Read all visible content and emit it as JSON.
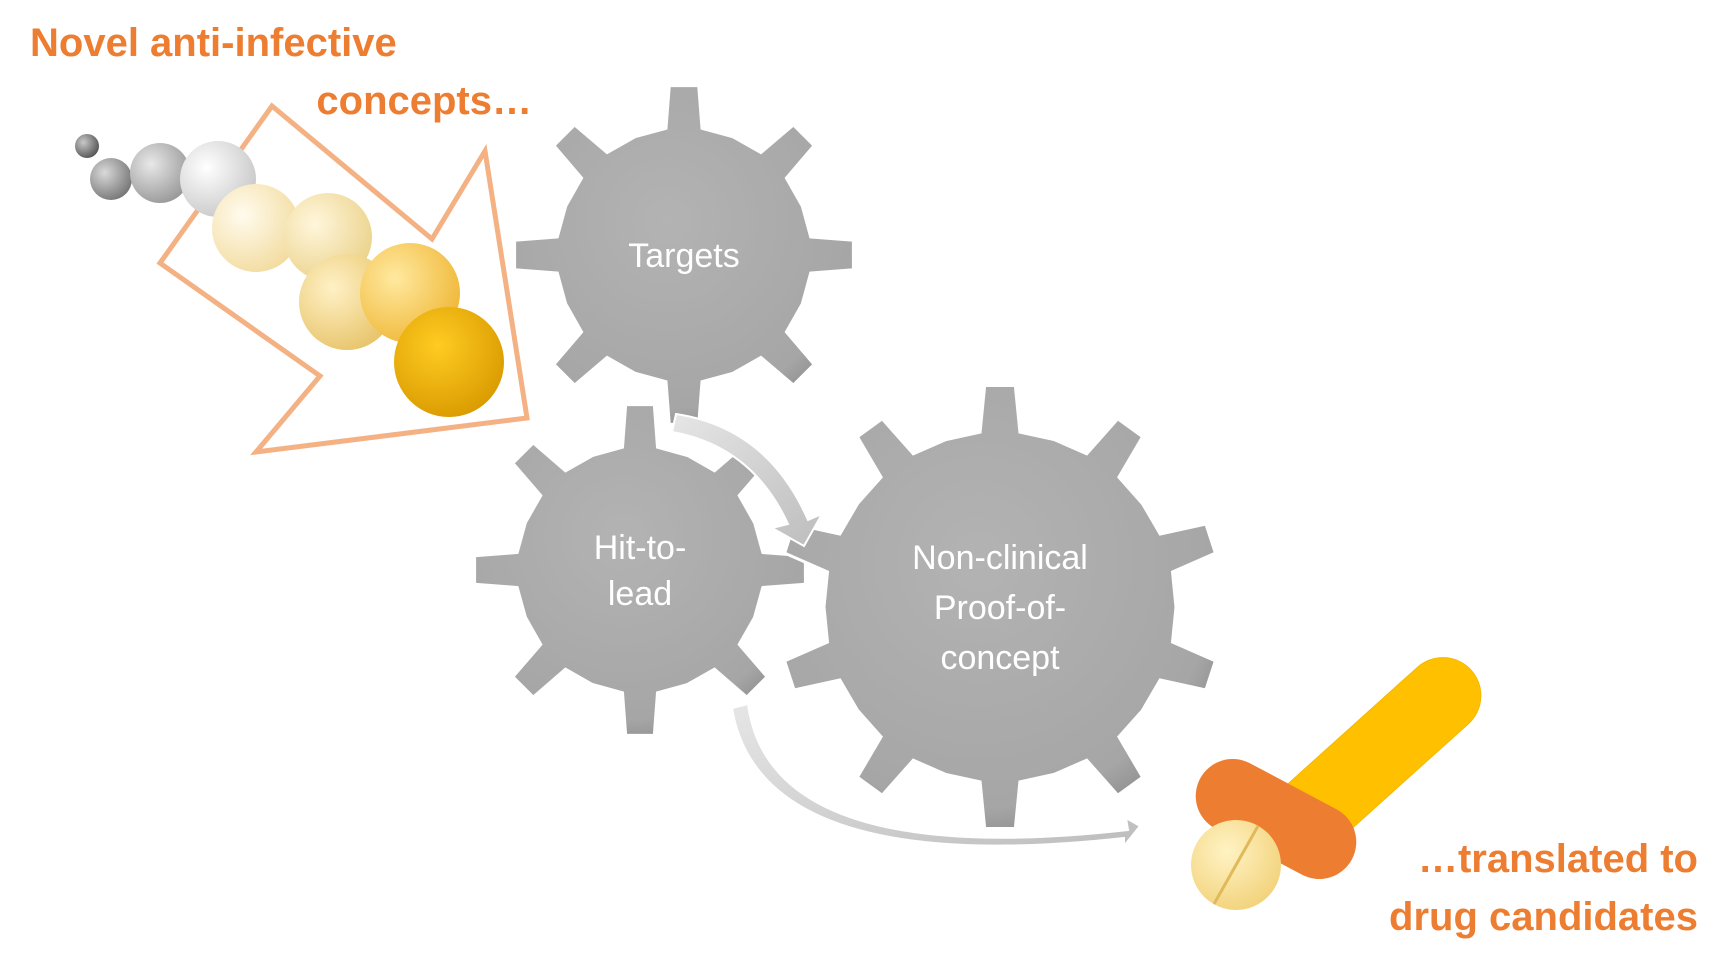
{
  "headline_top": {
    "line1": "Novel anti-infective",
    "line2": "concepts…"
  },
  "headline_bottom": {
    "line1": "…translated to",
    "line2": "drug candidates"
  },
  "gears": [
    {
      "id": "targets",
      "lines": [
        "Targets"
      ]
    },
    {
      "id": "hit-to-lead",
      "lines": [
        "Hit-to-",
        "lead"
      ]
    },
    {
      "id": "non-clinical",
      "lines": [
        "Non-clinical",
        "Proof-of-",
        "concept"
      ]
    }
  ],
  "colors": {
    "accent": "#ED7D31",
    "gear": "#A6A6A6",
    "gold": "#FFC000",
    "orange_pill": "#ED7D31",
    "pale_yellow": "#FFE699",
    "arrow_outline": "#F4B183"
  },
  "icons": [
    "arrow-outline-icon",
    "bead-chain-icon",
    "gear-icon",
    "curved-arrow-icon",
    "pills-icon"
  ]
}
